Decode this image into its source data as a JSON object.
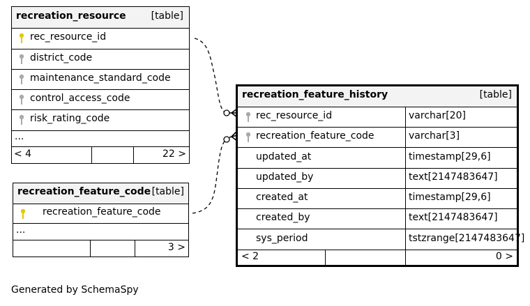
{
  "tables": {
    "recreation_resource": {
      "name": "recreation_resource",
      "tag": "[table]",
      "columns": [
        "rec_resource_id",
        "district_code",
        "maintenance_standard_code",
        "control_access_code",
        "risk_rating_code"
      ],
      "more": "...",
      "footer_left": "< 4",
      "footer_right": "22 >"
    },
    "recreation_feature_code": {
      "name": "recreation_feature_code",
      "tag": "[table]",
      "columns": [
        "recreation_feature_code"
      ],
      "more": "...",
      "footer_right": "3 >"
    },
    "recreation_feature_history": {
      "name": "recreation_feature_history",
      "tag": "[table]",
      "columns": [
        {
          "name": "rec_resource_id",
          "type": "varchar[20]"
        },
        {
          "name": "recreation_feature_code",
          "type": "varchar[3]"
        },
        {
          "name": "updated_at",
          "type": "timestamp[29,6]"
        },
        {
          "name": "updated_by",
          "type": "text[2147483647]"
        },
        {
          "name": "created_at",
          "type": "timestamp[29,6]"
        },
        {
          "name": "created_by",
          "type": "text[2147483647]"
        },
        {
          "name": "sys_period",
          "type": "tstzrange[2147483647]"
        }
      ],
      "footer_left": "< 2",
      "footer_right": "0 >"
    }
  },
  "colors": {
    "primary_key": "#e6c800",
    "foreign_key": "#aaaaaa",
    "header_bg": "#f3f3f3"
  },
  "footer": "Generated by SchemaSpy"
}
